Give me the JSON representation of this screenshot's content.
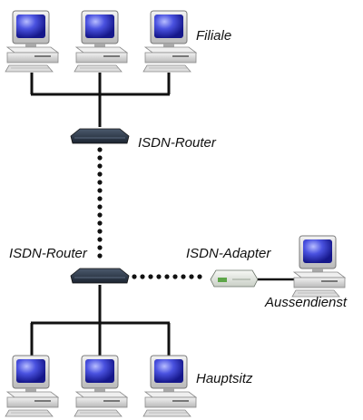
{
  "labels": {
    "filiale": "Filiale",
    "isdn_router_top": "ISDN-Router",
    "isdn_router_bottom": "ISDN-Router",
    "isdn_adapter": "ISDN-Adapter",
    "aussendienst": "Aussendienst",
    "hauptsitz": "Hauptsitz"
  },
  "colors": {
    "screen": "#2a34c8",
    "screen_glow": "#8b95ff",
    "case": "#d9d9d9",
    "case_shadow": "#9a9a9a",
    "router": "#2e3a4a",
    "adapter": "#e6ebe4",
    "adapter_accent": "#5da548",
    "line": "#111111"
  }
}
